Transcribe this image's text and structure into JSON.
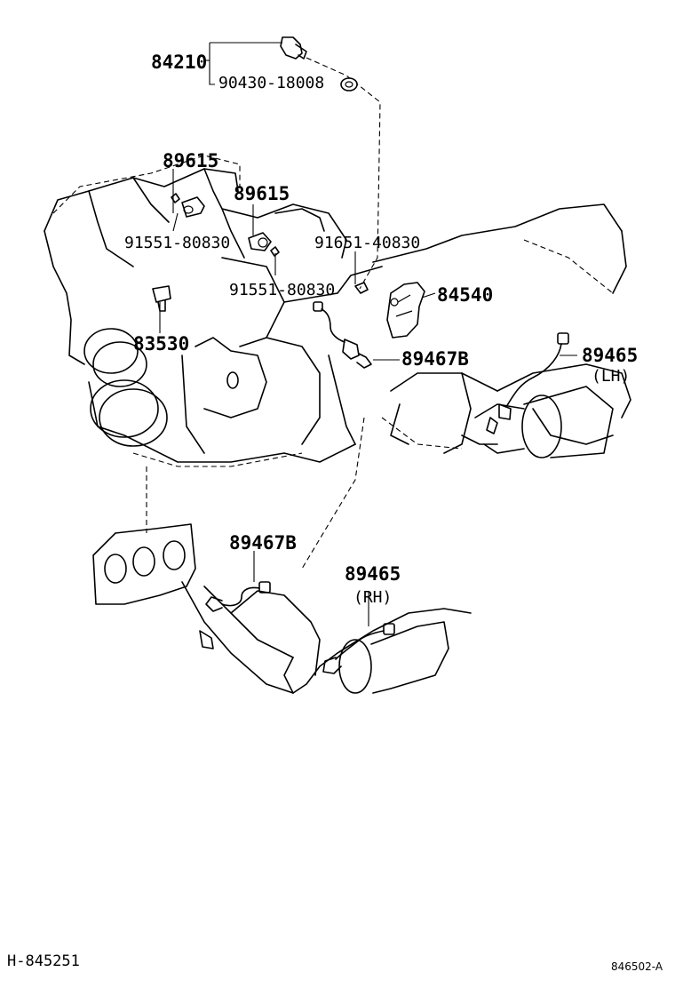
{
  "labels": {
    "p84210": "84210",
    "p90430": "90430-18008",
    "p89615_a": "89615",
    "p89615_b": "89615",
    "p91551_a": "91551-80830",
    "p91551_b": "91551-80830",
    "p91651": "91651-40830",
    "p84540": "84540",
    "p83530": "83530",
    "p89467b_top": "89467B",
    "p89465_top": "89465",
    "lh": "(LH)",
    "p89467b_bottom": "89467B",
    "p89465_bottom": "89465",
    "rh": "(RH)"
  },
  "footer": {
    "left_code": "H-845251",
    "right_code": "846502-A"
  }
}
